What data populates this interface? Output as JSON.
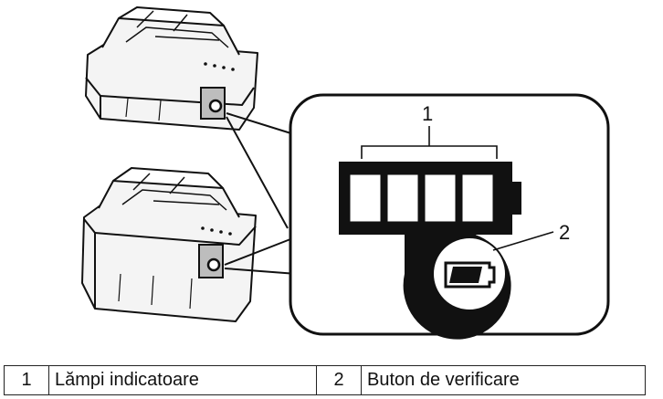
{
  "callouts": {
    "one": "1",
    "two": "2"
  },
  "legend": [
    {
      "number": "1",
      "label": "Lămpi indicatoare"
    },
    {
      "number": "2",
      "label": "Buton de verificare"
    }
  ],
  "indicator_lamp_count": 4
}
